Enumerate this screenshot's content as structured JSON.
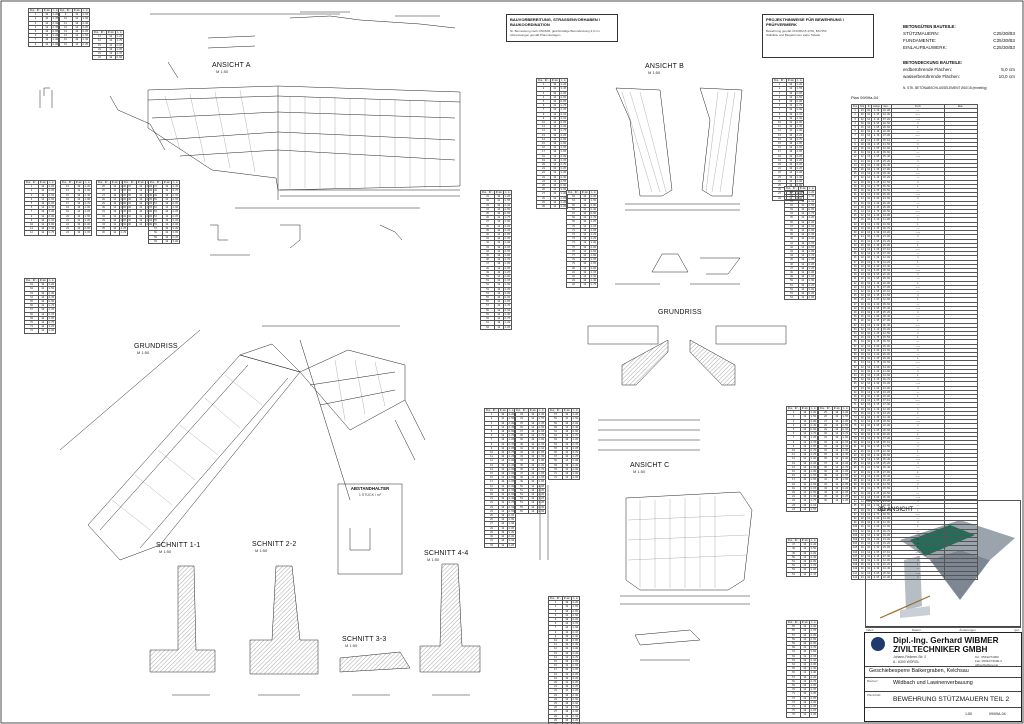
{
  "views": {
    "ansicht_a": {
      "title": "ANSICHT A",
      "scale": "M 1:50"
    },
    "ansicht_b": {
      "title": "ANSICHT B",
      "scale": "M 1:50"
    },
    "ansicht_c": {
      "title": "ANSICHT C",
      "scale": "M 1:50"
    },
    "grundriss_main": {
      "title": "GRUNDRISS",
      "scale": "M 1:50"
    },
    "grundriss_b": {
      "title": "GRUNDRISS"
    },
    "schnitt_1": {
      "title": "SCHNITT 1-1",
      "scale": "M 1:50"
    },
    "schnitt_2": {
      "title": "SCHNITT 2-2",
      "scale": "M 1:50"
    },
    "schnitt_3": {
      "title": "SCHNITT 3-3",
      "scale": "M 1:50"
    },
    "schnitt_4": {
      "title": "SCHNITT 4-4",
      "scale": "M 1:50"
    },
    "view_3d": {
      "title": "3D ANSICHT"
    }
  },
  "notes": {
    "note_left": {
      "heading": "BAUVORBEREITUNG, STRASSENVORHABEN / BAUKOORDINATION",
      "lines": [
        "Nr. Bemessung nach ÖNORM, gleichmäßige Betondeckung 3,0 cm",
        "Abmessungen gemäß Planunterlagen"
      ]
    },
    "note_right": {
      "heading": "PROJEKTHINWEISE FÜR BEWEHRUNG / PRÜFVERMERK",
      "lines": [
        "Bewehrung gemäß ÖNORM B 4700, BSt 550",
        "Stahlliste und Biegeformen siehe Tabelle"
      ]
    },
    "abstandhalter": {
      "heading": "ABSTANDHALTER",
      "line": "1 STÜCK / m²"
    }
  },
  "concrete": {
    "title1": "BETONGÜTEN BAUTEILE:",
    "rows1": [
      {
        "label": "STÜTZMAUERN:",
        "value": "C25/30/B3"
      },
      {
        "label": "FUNDAMENTE:",
        "value": "C25/30/B3"
      },
      {
        "label": "EINLAUFBAUWERK:",
        "value": "C25/30/B3"
      }
    ],
    "title2": "BETONDECKUNG BAUTEILE:",
    "rows2": [
      {
        "label": "erdberührende Flächen:",
        "value": "5,0 cm"
      },
      {
        "label": "wasserberührende Flächen:",
        "value": "10,0 cm"
      }
    ],
    "footnote": "N. STK. BETONABSCHLUSSELEMENT Ø10/15 (einreihig)"
  },
  "steel_list": {
    "title": "Plan 09/09a-04",
    "headers": [
      "Pos",
      "Stk",
      "Ø",
      "Länge",
      "Ges.",
      "Form",
      "Bem."
    ]
  },
  "tables_header": [
    "Pos. Nr.",
    "Ø mm",
    "L m"
  ],
  "title_block": {
    "firm_line1": "Dipl.-Ing. Gerhard WIBMER",
    "firm_line2": "ZIVILTECHNIKER GMBH",
    "address": [
      "Johann-Federer-Str. 2",
      "A - 6300 WÖRGL"
    ],
    "contact": [
      "Tel.: 05332/74000",
      "Fax: 05332/74000-4",
      "office@wibmer.at"
    ],
    "project": "Geschiebesperre Baikergraben, Kelchsau",
    "client_label": "Bauherr:",
    "client": "Wildbach und Lawinenverbauung",
    "sheet_label": "Planinhalt:",
    "sheet_title": "BEWEHRUNG STÜTZMAUERN TEIL 2",
    "scale": "1:50",
    "plan_no": "09/09A-04"
  },
  "revision_header": {
    "index": "Index",
    "date": "Datum",
    "desc": "Änderungen",
    "by": "gez."
  }
}
